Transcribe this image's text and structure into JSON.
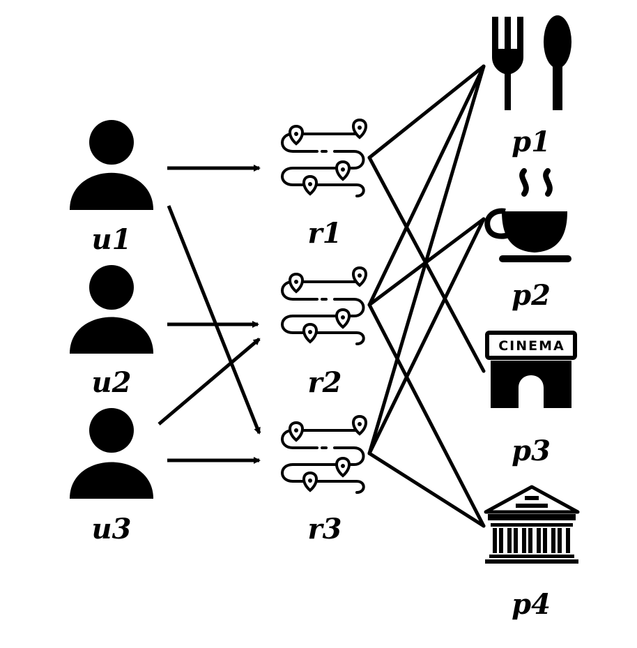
{
  "users": [
    {
      "id": "u1",
      "label": "u1"
    },
    {
      "id": "u2",
      "label": "u2"
    },
    {
      "id": "u3",
      "label": "u3"
    }
  ],
  "routes": [
    {
      "id": "r1",
      "label": "r1"
    },
    {
      "id": "r2",
      "label": "r2"
    },
    {
      "id": "r3",
      "label": "r3"
    }
  ],
  "pois": [
    {
      "id": "p1",
      "label": "p1",
      "icon": "fork-spoon-icon"
    },
    {
      "id": "p2",
      "label": "p2",
      "icon": "coffee-cup-icon"
    },
    {
      "id": "p3",
      "label": "p3",
      "icon": "cinema-icon",
      "sign_text": "CINEMA"
    },
    {
      "id": "p4",
      "label": "p4",
      "icon": "museum-icon"
    }
  ],
  "user_route_edges": [
    [
      "u1",
      "r1"
    ],
    [
      "u1",
      "r3"
    ],
    [
      "u2",
      "r2"
    ],
    [
      "u3",
      "r2"
    ],
    [
      "u3",
      "r3"
    ]
  ],
  "route_poi_edges": [
    [
      "r1",
      "p1"
    ],
    [
      "r1",
      "p3"
    ],
    [
      "r2",
      "p1"
    ],
    [
      "r2",
      "p2"
    ],
    [
      "r2",
      "p4"
    ],
    [
      "r3",
      "p1"
    ],
    [
      "r3",
      "p2"
    ],
    [
      "r3",
      "p4"
    ]
  ],
  "colors": {
    "ink": "#000000",
    "background": "#ffffff"
  }
}
